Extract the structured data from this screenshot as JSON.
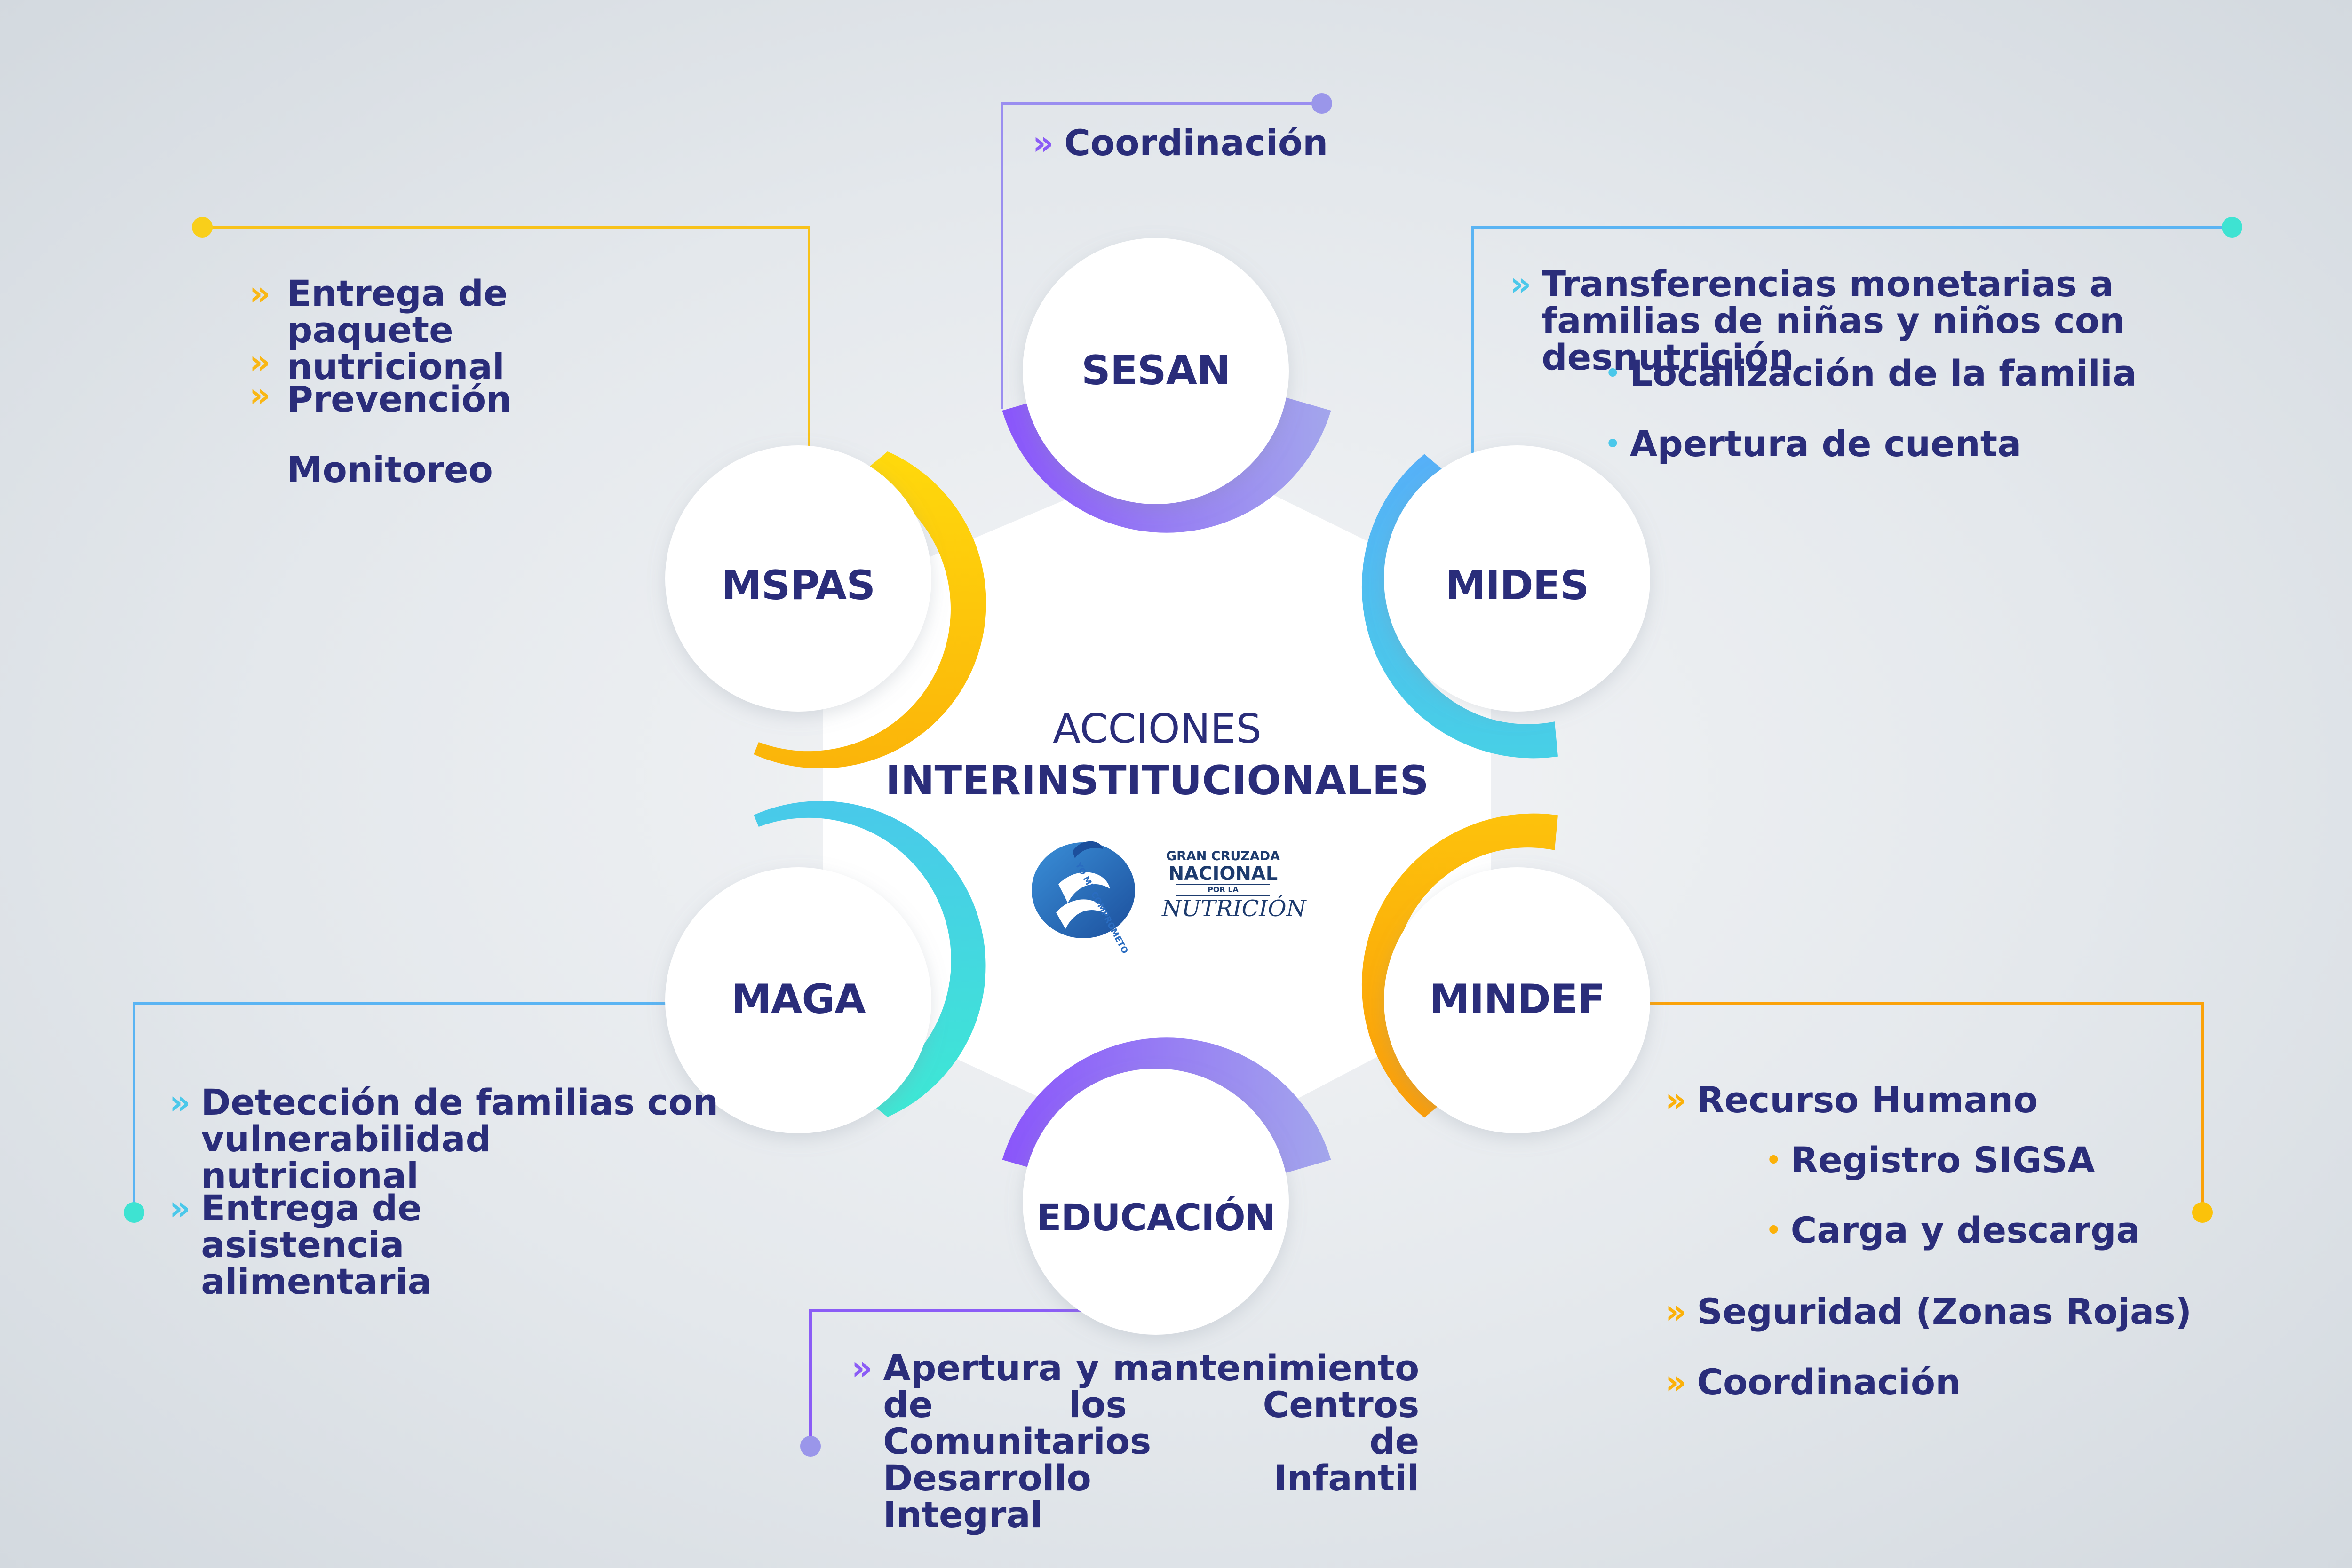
{
  "center": {
    "title_line1": "ACCIONES",
    "title_line2": "INTERINSTITUCIONALES"
  },
  "logo": {
    "line1": "GRAN CRUZADA",
    "line2": "NACIONAL",
    "line3": "POR LA",
    "line4": "NUTRICIÓN",
    "ribbon": "YO ME COMPROMETO"
  },
  "colors": {
    "purple": "#8b5cf6",
    "blue": "#5ab4f3",
    "yellow": "#fdd10c",
    "orange": "#fba20a",
    "teal": "#3de6d5",
    "text": "#2a2d7a"
  },
  "nodes": {
    "sesan": "SESAN",
    "mides": "MIDES",
    "mindef": "MINDEF",
    "educacion": "EDUCACIÓN",
    "maga": "MAGA",
    "mspas": "MSPAS"
  },
  "sesan_actions": {
    "item1": "Coordinación"
  },
  "mspas_actions": {
    "item1": "Entrega de paquete nutricional",
    "item2": "Prevención",
    "item3": "Monitoreo"
  },
  "mides_actions": {
    "item1": "Transferencias monetarias a familias de niñas y niños con desnutrición",
    "sub1": "Localización de la familia",
    "sub2": "Apertura de cuenta"
  },
  "maga_actions": {
    "item1": "Detección de familias con vulnerabilidad nutricional",
    "item2": "Entrega de asistencia alimentaria"
  },
  "mindef_actions": {
    "item1": "Recurso Humano",
    "sub1": "Registro SIGSA",
    "sub2": "Carga y descarga",
    "item2": "Seguridad (Zonas Rojas)",
    "item3": "Coordinación"
  },
  "educacion_actions": {
    "item1": "Apertura y mantenimiento de los Centros Comunitarios de Desarrollo Infantil Integral"
  }
}
